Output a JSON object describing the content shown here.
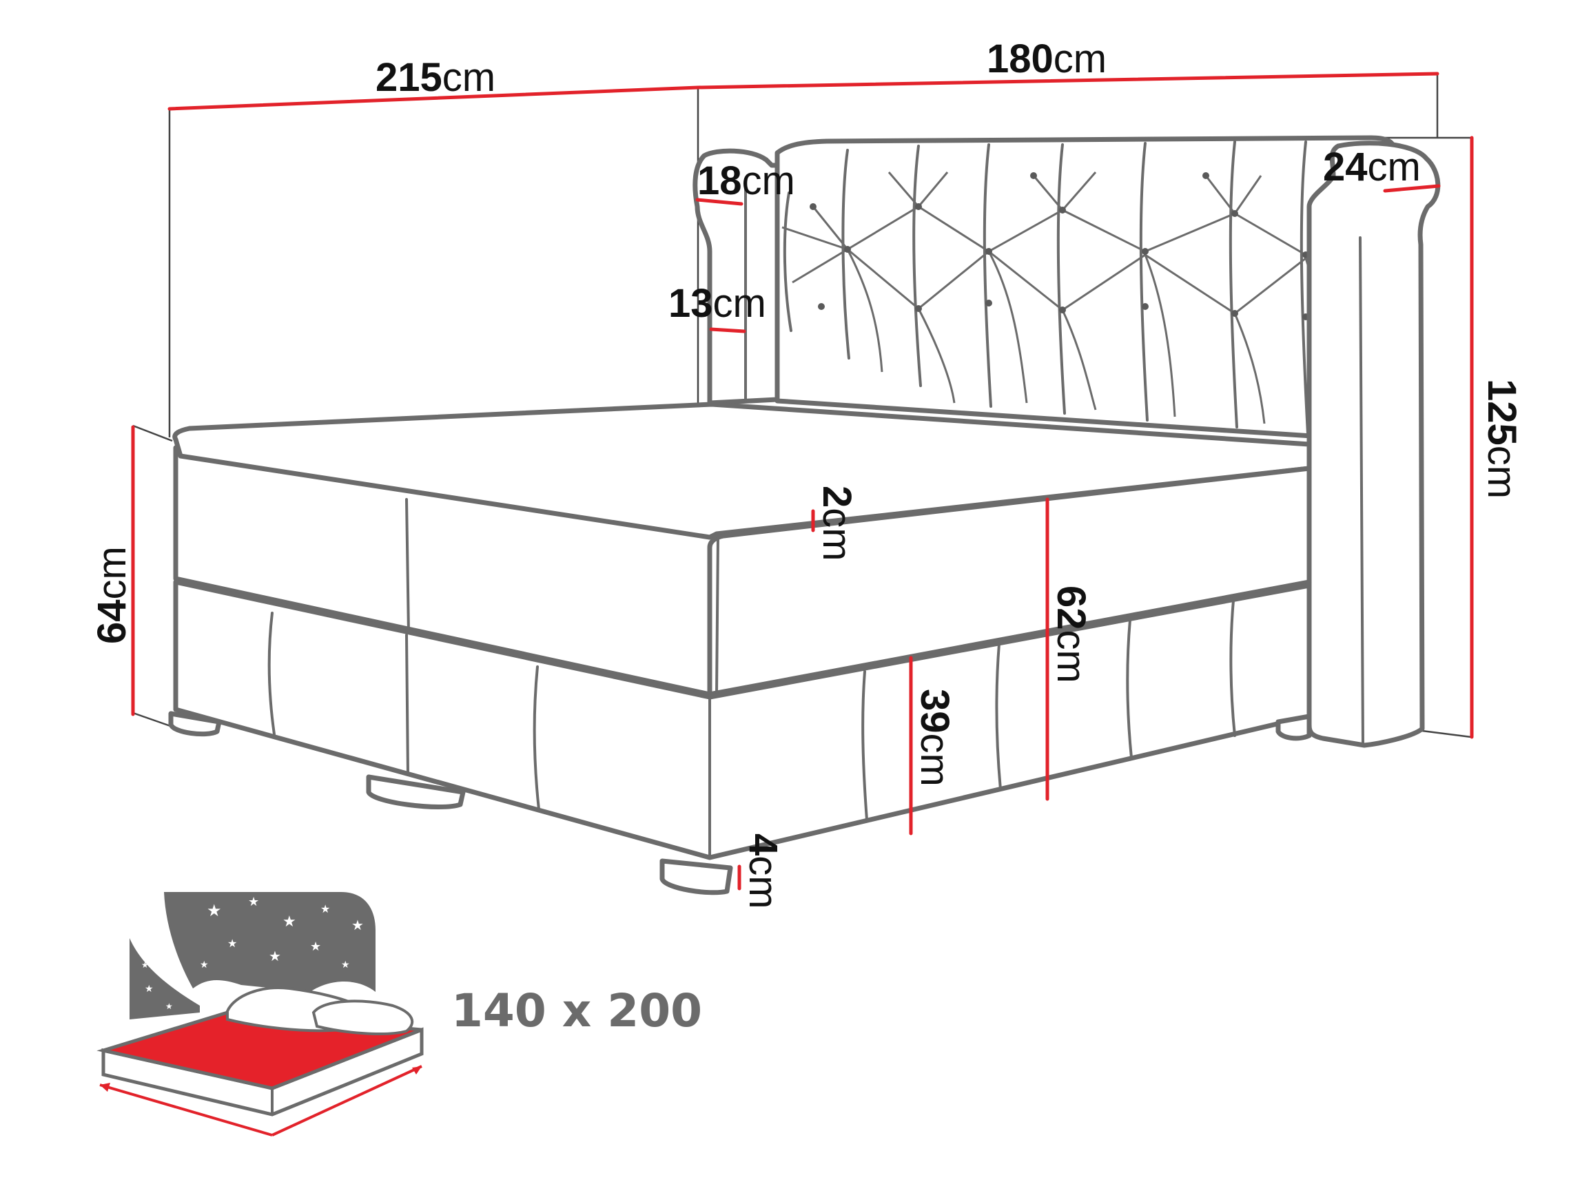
{
  "colors": {
    "outline": "#6b6b6b",
    "dimension_line": "#e2222a",
    "label_text": "#111111",
    "mattress_icon_red": "#e5222a",
    "night_sky_icon": "#6b6b6b"
  },
  "dimensions": {
    "total_length": {
      "value": "215",
      "unit": "cm"
    },
    "total_width": {
      "value": "180",
      "unit": "cm"
    },
    "armrest_width": {
      "value": "18",
      "unit": "cm"
    },
    "right_armrest_width": {
      "value": "24",
      "unit": "cm"
    },
    "side_panel_thickness": {
      "value": "13",
      "unit": "cm"
    },
    "headboard_height": {
      "value": "125",
      "unit": "cm"
    },
    "total_height": {
      "value": "64",
      "unit": "cm"
    },
    "topper_thickness": {
      "value": "2",
      "unit": "cm"
    },
    "mattress_top_height": {
      "value": "62",
      "unit": "cm"
    },
    "base_height": {
      "value": "39",
      "unit": "cm"
    },
    "leg_height": {
      "value": "4",
      "unit": "cm"
    }
  },
  "sleeping_area": {
    "label": "140 x 200"
  },
  "icons": {
    "mattress": "mattress-with-pillows-icon",
    "night_sky": "night-sky-stars-icon"
  }
}
